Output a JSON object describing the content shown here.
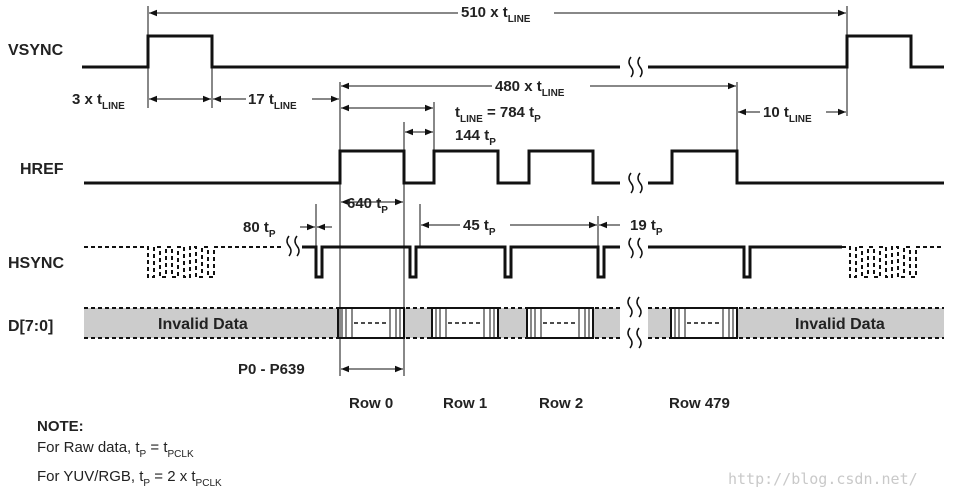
{
  "signals": {
    "vsync": "VSYNC",
    "href": "HREF",
    "hsync": "HSYNC",
    "data": "D[7:0]"
  },
  "timing": {
    "frame": {
      "main": "510 x t",
      "sub": "LINE"
    },
    "vsync_pulse": {
      "main": "3 x t",
      "sub": "LINE"
    },
    "back_porch": {
      "main": "17 t",
      "sub": "LINE"
    },
    "active_rows": {
      "main": "480 x t",
      "sub": "LINE"
    },
    "line": {
      "t": "t",
      "sub1": "LINE",
      "eq": " = 784 t",
      "sub2": "P"
    },
    "href_low": {
      "main": "144 t",
      "sub": "P"
    },
    "front_porch": {
      "main": "10 t",
      "sub": "LINE"
    },
    "active_pixels": {
      "main": "640 t",
      "sub": "P"
    },
    "hsync_80": {
      "main": "80 t",
      "sub": "P"
    },
    "hsync_45": {
      "main": "45 t",
      "sub": "P"
    },
    "hsync_19": {
      "main": "19 t",
      "sub": "P"
    }
  },
  "data_bus": {
    "invalid_left": "Invalid Data",
    "invalid_right": "Invalid Data",
    "pixels": "P0 - P639"
  },
  "rows": [
    "Row 0",
    "Row 1",
    "Row 2",
    "Row 479"
  ],
  "note": {
    "title": "NOTE:",
    "raw": {
      "text": "For Raw data, t",
      "sub1": "P",
      "eq": " = t",
      "sub2": "PCLK"
    },
    "yuv": {
      "text": "For YUV/RGB, t",
      "sub1": "P",
      "eq": " = 2 x t",
      "sub2": "PCLK"
    }
  },
  "watermark": "http://blog.csdn.net/",
  "colors": {
    "signal": "#111111",
    "invalid_fill": "#cccccc",
    "background": "#ffffff"
  }
}
